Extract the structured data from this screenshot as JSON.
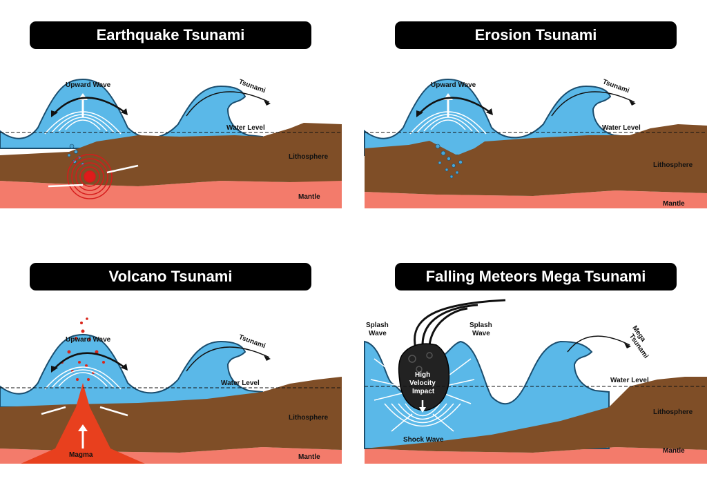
{
  "panels": [
    {
      "title": "Earthquake Tsunami",
      "upward_wave": "Upward Wave",
      "tsunami": "Tsunami",
      "water_level": "Water Level",
      "lithosphere": "Lithosphere",
      "mantle": "Mantle"
    },
    {
      "title": "Erosion Tsunami",
      "upward_wave": "Upward Wave",
      "tsunami": "Tsunami",
      "water_level": "Water Level",
      "lithosphere": "Lithosphere",
      "mantle": "Mantle"
    },
    {
      "title": "Volcano Tsunami",
      "upward_wave": "Upward Wave",
      "tsunami": "Tsunami",
      "water_level": "Water Level",
      "lithosphere": "Lithosphere",
      "mantle": "Mantle",
      "magma": "Magma"
    },
    {
      "title": "Falling Meteors Mega Tsunami",
      "splash_wave_1": "Splash",
      "splash_wave_2": "Wave",
      "mega_tsunami_1": "Mega",
      "mega_tsunami_2": "Tsunami",
      "water_level": "Water Level",
      "lithosphere": "Lithosphere",
      "mantle": "Mantle",
      "impact_1": "High",
      "impact_2": "Velocity",
      "impact_3": "Impact",
      "shock_wave": "Shock Wave"
    }
  ],
  "colors": {
    "water": "#5ab8e8",
    "crust": "#7f4e27",
    "mantle": "#f37b6b",
    "magma": "#e8401e",
    "title_bg": "#000000"
  }
}
